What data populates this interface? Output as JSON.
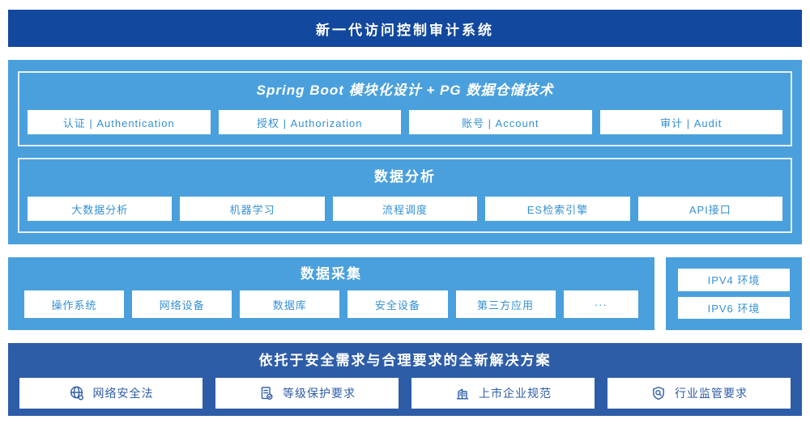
{
  "colors": {
    "banner_bg": "#12489E",
    "panel_bg": "#4AA0DC",
    "solution_bg": "#2E5DA8",
    "chip_text_blue": "#3390D4",
    "solution_chip_text": "#2E5DA8",
    "chip_bg": "#FFFFFF",
    "inner_border": "#E9F4FB"
  },
  "banner": {
    "title": "新一代访问控制审计系统"
  },
  "platform": {
    "spring": {
      "title": "Spring Boot 模块化设计 + PG 数据仓储技术",
      "items": [
        "认证 | Authentication",
        "授权 | Authorization",
        "账号 | Account",
        "审计 | Audit"
      ]
    },
    "analysis": {
      "title": "数据分析",
      "items": [
        "大数据分析",
        "机器学习",
        "流程调度",
        "ES检索引擎",
        "API接口"
      ]
    }
  },
  "collection": {
    "title": "数据采集",
    "items": [
      "操作系统",
      "网络设备",
      "数据库",
      "安全设备",
      "第三方应用",
      "···"
    ]
  },
  "environments": {
    "items": [
      "IPV4 环境",
      "IPV6 环境"
    ]
  },
  "solution": {
    "title": "依托于安全需求与合理要求的全新解决方案",
    "items": [
      {
        "label": "网络安全法",
        "icon": "globe-icon"
      },
      {
        "label": "等级保护要求",
        "icon": "document-check-icon"
      },
      {
        "label": "上市企业规范",
        "icon": "building-icon"
      },
      {
        "label": "行业监管要求",
        "icon": "shield-search-icon"
      }
    ]
  }
}
